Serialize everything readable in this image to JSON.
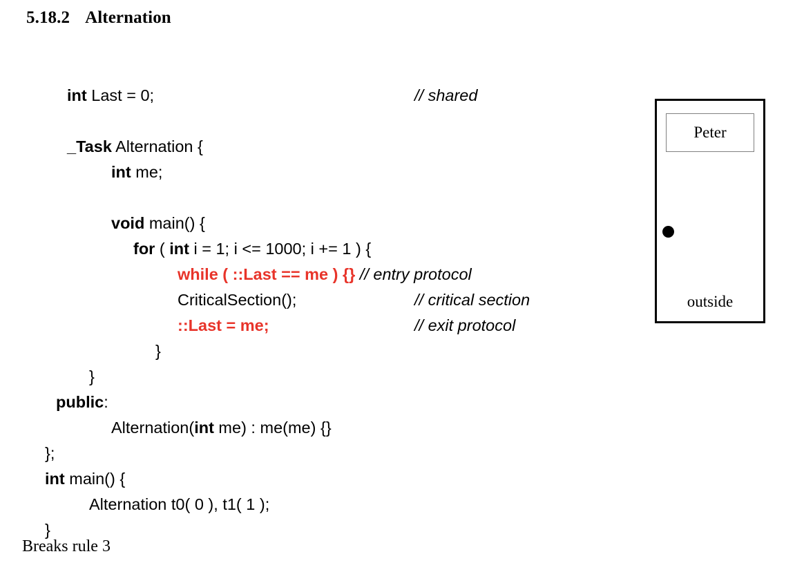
{
  "heading": {
    "number": "5.18.2",
    "title": "Alternation"
  },
  "code": {
    "line_shared_kw": "int",
    "line_shared_rest": " Last = 0;",
    "line_shared_comment": "// shared",
    "line_task_kw": "_Task",
    "line_task_rest": " Alternation {",
    "line_intme_kw": "int",
    "line_intme_rest": " me;",
    "line_void_kw": "void",
    "line_void_rest": " main() {",
    "line_for_kw": "for",
    "line_for_mid": " ( ",
    "line_for_kw2": "int",
    "line_for_rest": " i = 1; i <= 1000; i += 1 ) {",
    "line_while_red": "while ( ::Last == me ) {}",
    "line_while_comment": "// entry protocol",
    "line_cs_code": "CriticalSection();",
    "line_cs_comment": "// critical section",
    "line_exit_red": "::Last = me;",
    "line_exit_comment": "// exit protocol",
    "brace_inner": "}",
    "brace_main": "}",
    "line_public_kw": "public",
    "line_public_rest": ":",
    "line_ctor_pre": "Alternation(",
    "line_ctor_kw": "int",
    "line_ctor_rest": " me) : me(me) {}",
    "line_class_end": "};",
    "line_intmain_kw": "int",
    "line_intmain_rest": " main() {",
    "line_decl": "Alternation t0( 0 ), t1( 1 );",
    "brace_program": "}"
  },
  "note": "Breaks rule 3",
  "diagram": {
    "inner_label": "Peter",
    "bottom_label": "outside",
    "dot_name": "thread-token-dot"
  },
  "colors": {
    "highlight_red": "#e8342a",
    "text_black": "#000000",
    "inner_border_gray": "#808080"
  }
}
